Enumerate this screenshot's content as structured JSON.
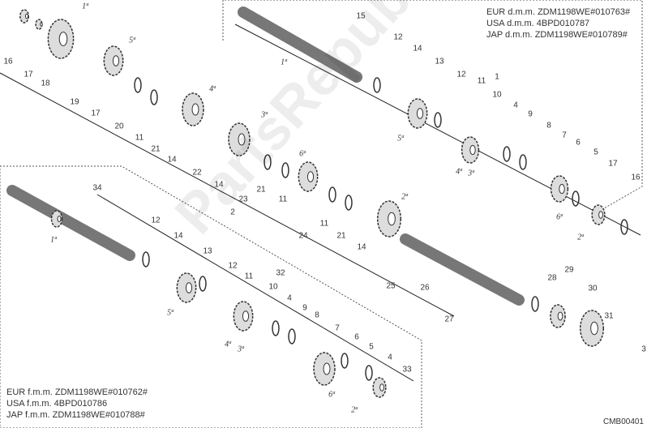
{
  "notes_top_right": [
    "EUR d.m.m. ZDM1198WE#010763#",
    "USA d.m.m. 4BPD010787",
    "JAP d.m.m. ZDM1198WE#010789#"
  ],
  "notes_bottom_left": [
    "EUR f.m.m. ZDM1198WE#010762#",
    "USA f.m.m. 4BPD010786",
    "JAP f.m.m. ZDM1198WE#010788#"
  ],
  "diagram_code": "CMB00401",
  "watermark": "PartsRepublik",
  "callouts": [
    "16",
    "17",
    "18",
    "1ª",
    "19",
    "17",
    "5ª",
    "20",
    "11",
    "21",
    "14",
    "4ª",
    "22",
    "3ª",
    "14",
    "23",
    "21",
    "2",
    "11",
    "6ª",
    "24",
    "11",
    "21",
    "14",
    "2ª",
    "25",
    "26",
    "27",
    "28",
    "29",
    "30",
    "31",
    "3",
    "15",
    "1ª",
    "12",
    "14",
    "13",
    "12",
    "11",
    "1",
    "10",
    "5ª",
    "4",
    "9",
    "8",
    "7",
    "6",
    "5",
    "17",
    "16",
    "4ª",
    "3ª",
    "6ª",
    "2ª",
    "34",
    "1ª",
    "12",
    "14",
    "13",
    "12",
    "11",
    "32",
    "10",
    "5ª",
    "4",
    "9",
    "8",
    "4ª",
    "3ª",
    "7",
    "6",
    "5",
    "4",
    "33",
    "6ª",
    "2ª"
  ]
}
